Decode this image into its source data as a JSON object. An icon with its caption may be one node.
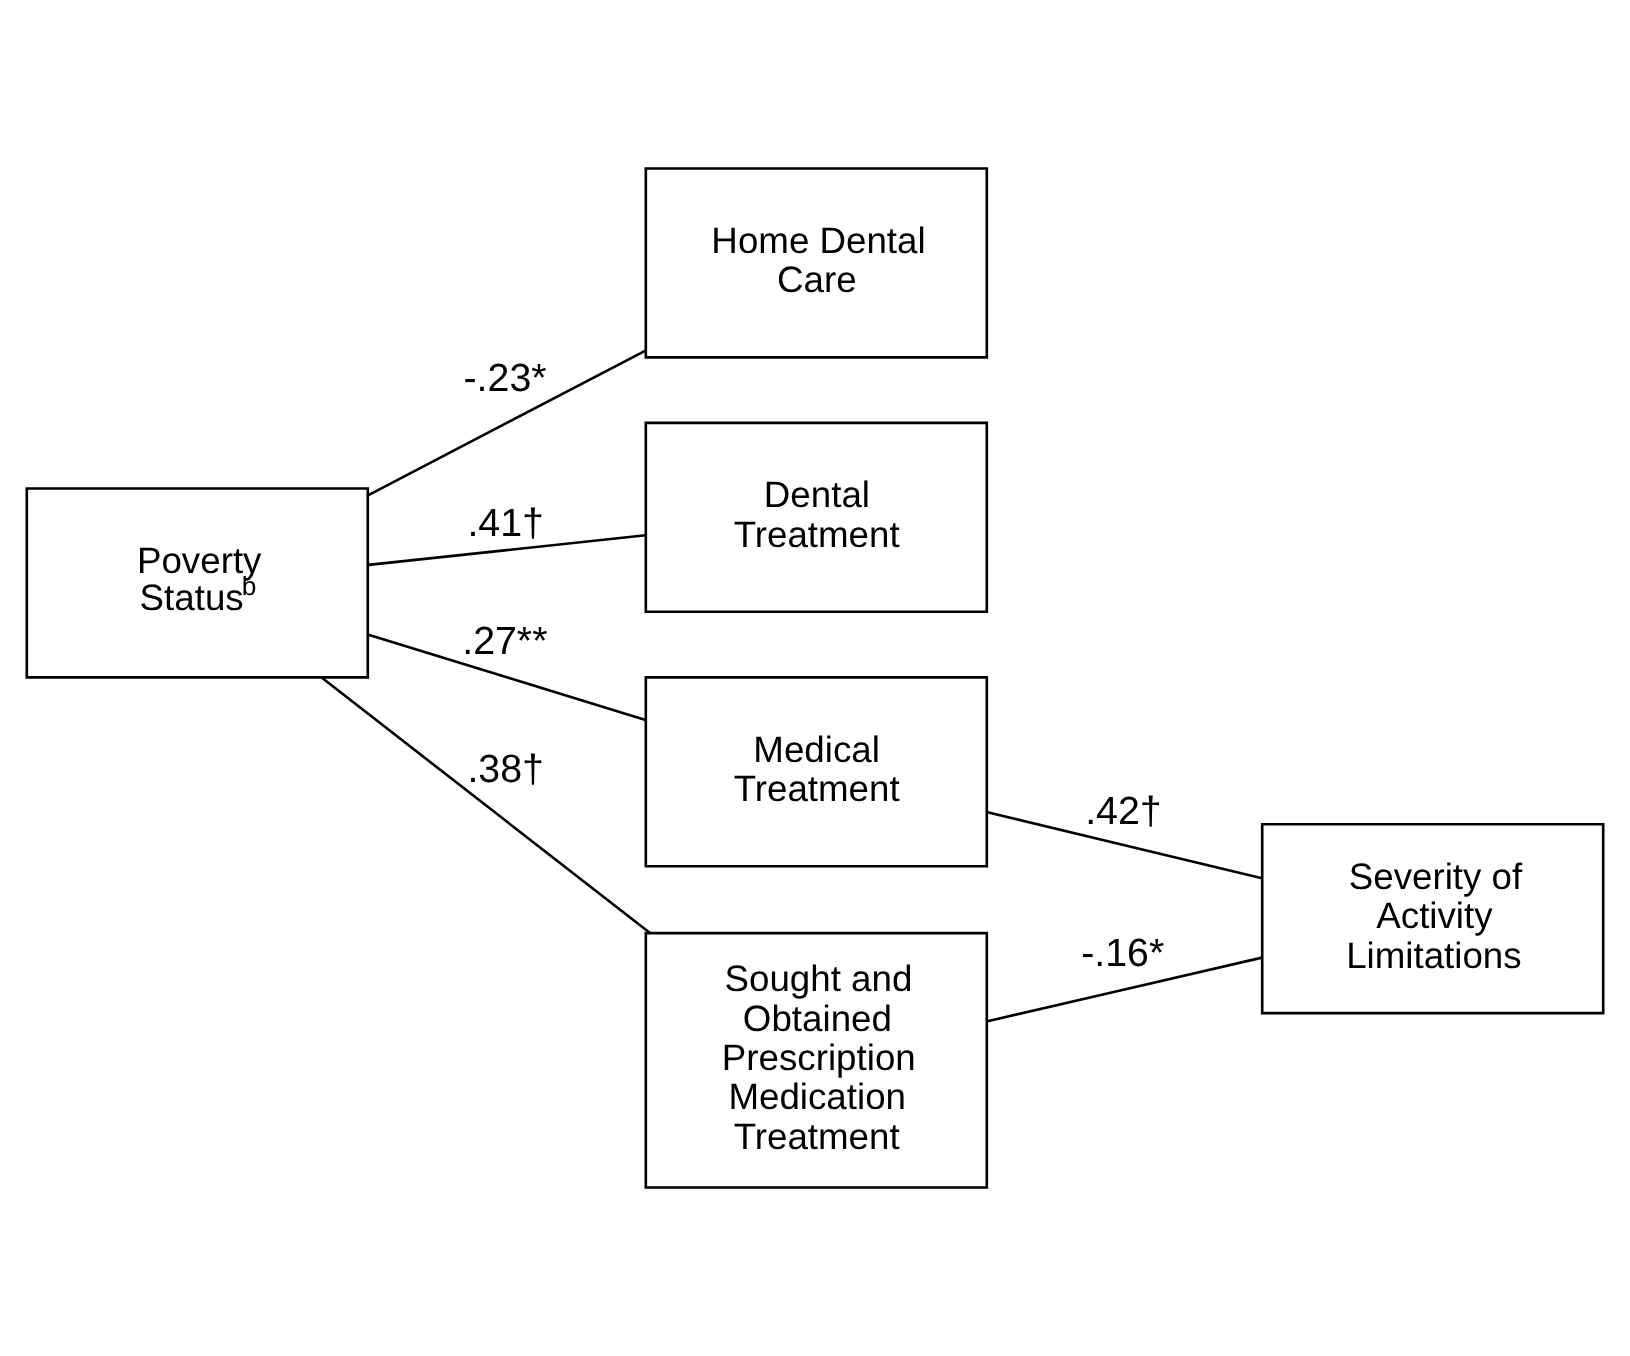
{
  "diagram": {
    "nodes": [
      {
        "text": [
          "Poverty Status$^{b}$"
        ]
      },
      {
        "text": [
          "Home Dental Care"
        ]
      },
      {
        "text": [
          "Dental Treatment"
        ]
      },
      {
        "text": [
          "Medical Treatment"
        ]
      },
      {
        "text": [
          "Severity of Activity Limitations"
        ]
      },
      {
        "text": [
          "Sought and Obtained Prescription Medication Treatment"
        ]
      }
    ],
    "edges": [
      {
        "from": 0,
        "to": 1,
        "arrow": "none",
        "label": "-.23*"
      },
      {
        "from": 0,
        "to": 2,
        "arrow": "none",
        "label": ".41†"
      },
      {
        "from": 0,
        "to": 3,
        "arrow": "none",
        "label": ".27**"
      },
      {
        "from": 3,
        "to": 4,
        "arrow": "none",
        "label": ".42†"
      },
      {
        "from": 0,
        "to": 5,
        "arrow": "none",
        "label": ".38†"
      },
      {
        "from": 5,
        "to": 4,
        "arrow": "none",
        "label": "-.16*"
      }
    ]
  }
}
